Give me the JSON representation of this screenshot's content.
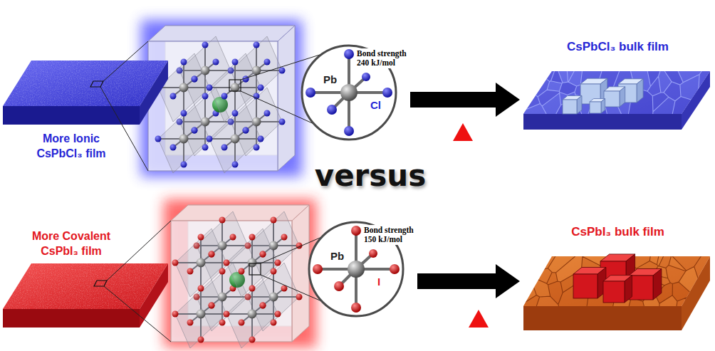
{
  "diagram": {
    "nodes": [
      {
        "text": [
          "More Ionic CsPbCl₃ film"
        ]
      },
      {
        "text": [
          "Pb",
          "Bond strength 240 kJ/mol",
          "Cl"
        ]
      },
      {
        "text": [
          "CsPbCl₃ bulk film"
        ]
      },
      {
        "text": [
          "More Covalent CsPbI₃ film"
        ]
      },
      {
        "text": [
          "Pb",
          "Bond strength 150 kJ/mol",
          "I"
        ]
      },
      {
        "text": [
          "CsPbI₃ bulk film"
        ]
      }
    ],
    "edges": [
      {
        "from": 1,
        "to": 2,
        "arrow": "to"
      },
      {
        "from": 4,
        "to": 5,
        "arrow": "to"
      }
    ],
    "labels": [
      "versus"
    ]
  }
}
